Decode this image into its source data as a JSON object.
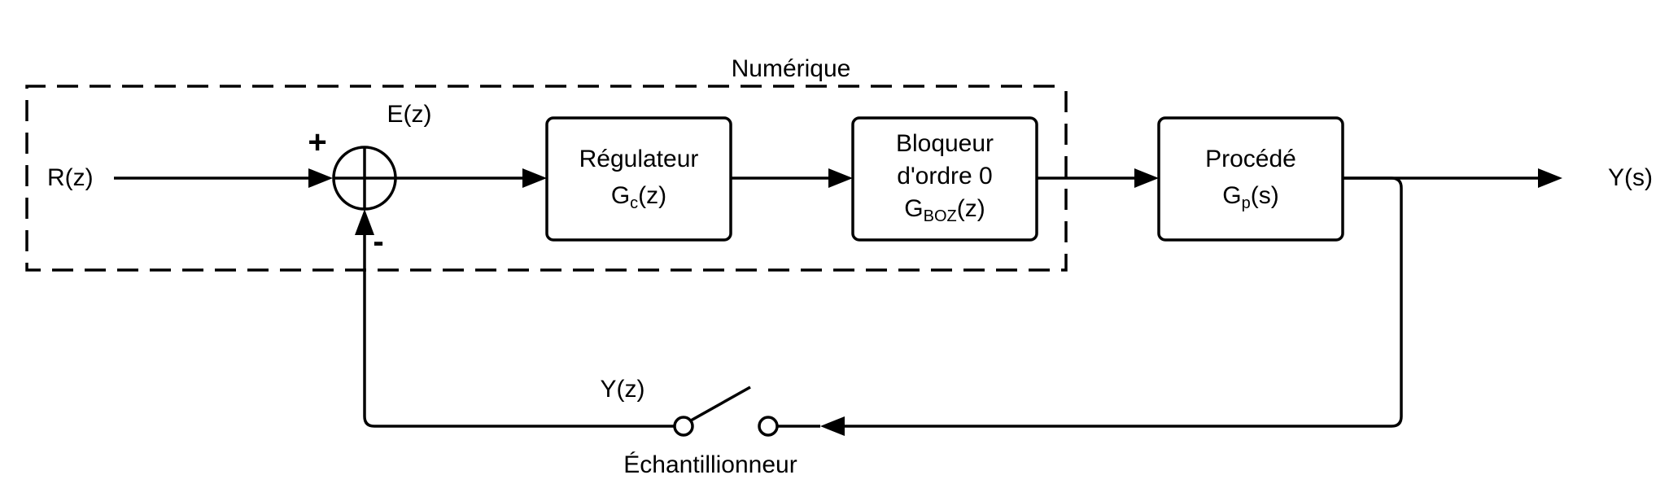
{
  "region_label": "Numérique",
  "input_label": "R(z)",
  "error_label": "E(z)",
  "output_label": "Y(s)",
  "feedback_label": "Y(z)",
  "sampler_label": "Échantillionneur",
  "summing_junction": {
    "plus_sign": "+",
    "minus_sign": "-"
  },
  "blocks": {
    "regulateur": {
      "name": "Régulateur",
      "tf_main": "G",
      "tf_sub": "c",
      "tf_arg": "(z)"
    },
    "bloqueur": {
      "name_line1": "Bloqueur",
      "name_line2": "d'ordre 0",
      "tf_main": "G",
      "tf_sub": "BOZ",
      "tf_arg": "(z)"
    },
    "procede": {
      "name": "Procédé",
      "tf_main": "G",
      "tf_sub": "p",
      "tf_arg": "(s)"
    }
  }
}
